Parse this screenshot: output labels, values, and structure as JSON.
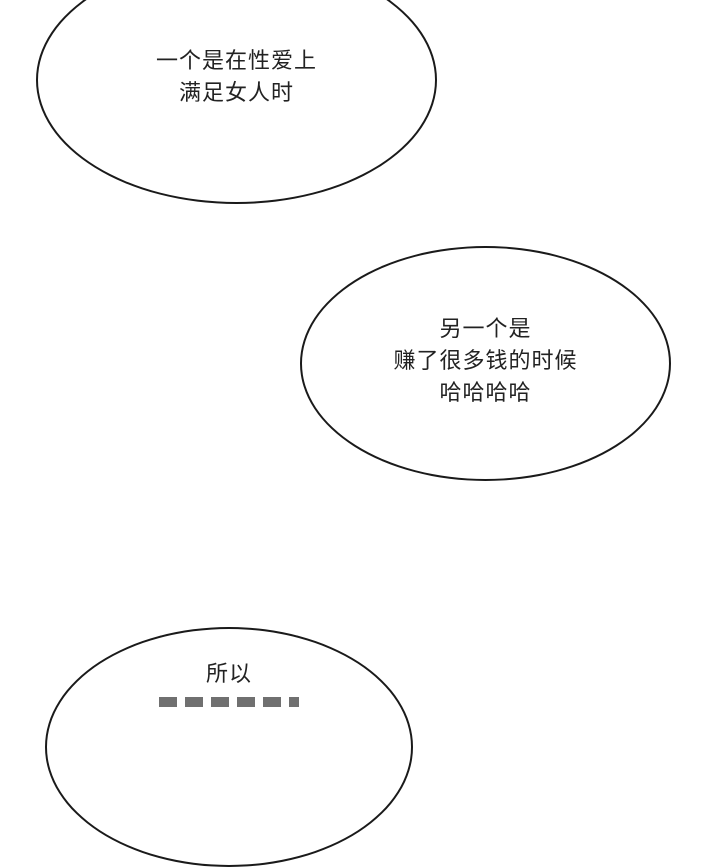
{
  "page": {
    "background": "#ffffff",
    "outline_color": "#1a1a1a",
    "text_color": "#222222"
  },
  "bubbles": [
    {
      "id": "bubble-1",
      "lines": [
        "一个是在性爱上",
        "满足女人时"
      ]
    },
    {
      "id": "bubble-2",
      "lines": [
        "另一个是",
        "赚了很多钱的时候",
        "哈哈哈哈"
      ]
    },
    {
      "id": "bubble-3",
      "lines": [
        "所以"
      ],
      "note": "second line cut off at bottom edge"
    }
  ]
}
